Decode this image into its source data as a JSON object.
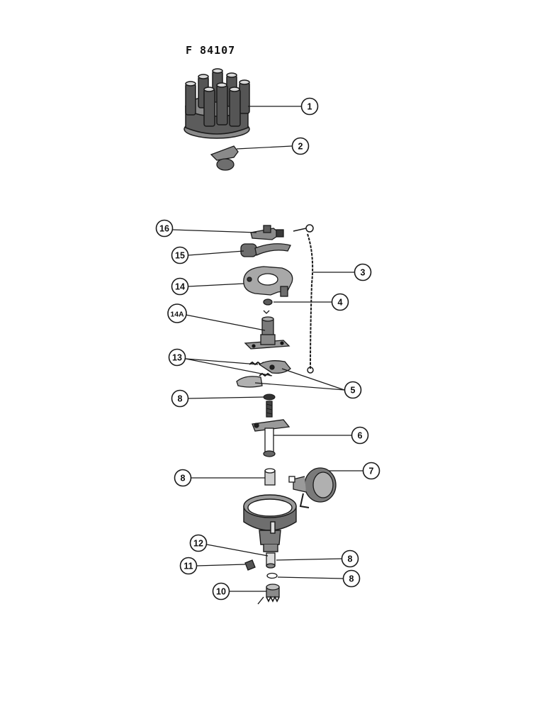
{
  "figure": {
    "id": "F 84107"
  },
  "callouts": [
    {
      "key": "c1",
      "label": "1"
    },
    {
      "key": "c2",
      "label": "2"
    },
    {
      "key": "c16",
      "label": "16"
    },
    {
      "key": "c15",
      "label": "15"
    },
    {
      "key": "c3",
      "label": "3"
    },
    {
      "key": "c14",
      "label": "14"
    },
    {
      "key": "c4",
      "label": "4"
    },
    {
      "key": "c14a",
      "label": "14A"
    },
    {
      "key": "c13",
      "label": "13"
    },
    {
      "key": "c5",
      "label": "5"
    },
    {
      "key": "c8a",
      "label": "8"
    },
    {
      "key": "c6",
      "label": "6"
    },
    {
      "key": "c8b",
      "label": "8"
    },
    {
      "key": "c7",
      "label": "7"
    },
    {
      "key": "c12",
      "label": "12"
    },
    {
      "key": "c8c",
      "label": "8"
    },
    {
      "key": "c11",
      "label": "11"
    },
    {
      "key": "c8d",
      "label": "8"
    },
    {
      "key": "c10",
      "label": "10"
    }
  ],
  "colors": {
    "ink": "#1a1a1a",
    "paper": "#ffffff",
    "shade": "#6e6e6e",
    "light": "#b5b5b5"
  }
}
